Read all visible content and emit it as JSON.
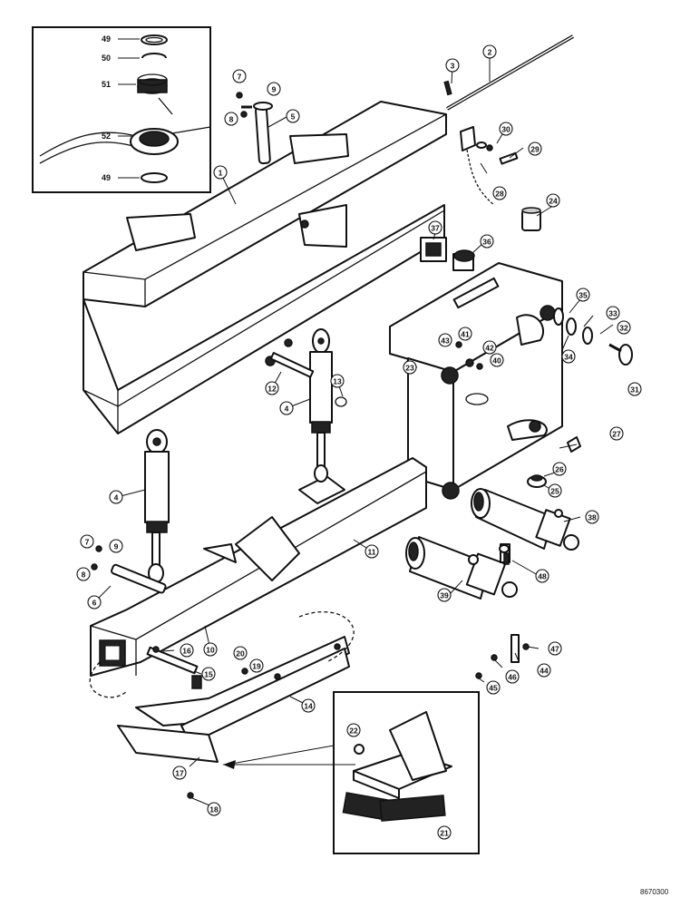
{
  "drawing_code": "8670300",
  "inset_top": {
    "labels": [
      "49",
      "50",
      "51",
      "52",
      "49"
    ]
  },
  "callouts": [
    {
      "num": "1"
    },
    {
      "num": "2"
    },
    {
      "num": "3"
    },
    {
      "num": "4"
    },
    {
      "num": "4"
    },
    {
      "num": "5"
    },
    {
      "num": "6"
    },
    {
      "num": "7"
    },
    {
      "num": "7"
    },
    {
      "num": "8"
    },
    {
      "num": "8"
    },
    {
      "num": "9"
    },
    {
      "num": "9"
    },
    {
      "num": "10"
    },
    {
      "num": "11"
    },
    {
      "num": "12"
    },
    {
      "num": "13"
    },
    {
      "num": "14"
    },
    {
      "num": "15"
    },
    {
      "num": "16"
    },
    {
      "num": "17"
    },
    {
      "num": "18"
    },
    {
      "num": "19"
    },
    {
      "num": "20"
    },
    {
      "num": "21"
    },
    {
      "num": "22"
    },
    {
      "num": "23"
    },
    {
      "num": "24"
    },
    {
      "num": "25"
    },
    {
      "num": "26"
    },
    {
      "num": "27"
    },
    {
      "num": "28"
    },
    {
      "num": "29"
    },
    {
      "num": "30"
    },
    {
      "num": "31"
    },
    {
      "num": "32"
    },
    {
      "num": "33"
    },
    {
      "num": "34"
    },
    {
      "num": "35"
    },
    {
      "num": "36"
    },
    {
      "num": "37"
    },
    {
      "num": "38"
    },
    {
      "num": "39"
    },
    {
      "num": "40"
    },
    {
      "num": "41"
    },
    {
      "num": "42"
    },
    {
      "num": "43"
    },
    {
      "num": "44"
    },
    {
      "num": "45"
    },
    {
      "num": "46"
    },
    {
      "num": "47"
    },
    {
      "num": "48"
    }
  ]
}
